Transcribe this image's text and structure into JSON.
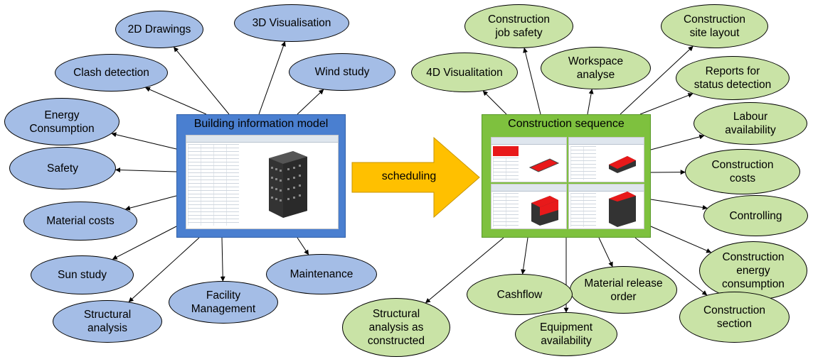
{
  "colors": {
    "bim_fill": "#4a7fd0",
    "seq_fill": "#7ec13e",
    "blue_node": "#a4bde6",
    "green_node": "#c9e3a6",
    "arrow": "#ffc000"
  },
  "bim": {
    "title": "Building information model",
    "nodes": [
      "2D Drawings",
      "3D Visualisation",
      "Clash detection",
      "Wind study",
      "Energy\nConsumption",
      "Safety",
      "Material costs",
      "Sun study",
      "Structural\nanalysis",
      "Facility\nManagement",
      "Maintenance"
    ]
  },
  "arrow": {
    "label": "scheduling"
  },
  "sequence": {
    "title": "Construction sequence",
    "nodes": [
      "Construction\njob safety",
      "Construction\nsite layout",
      "Workspace\nanalyse",
      "4D Visualitation",
      "Reports for\nstatus detection",
      "Labour\navailability",
      "Construction\ncosts",
      "Controlling",
      "Construction\nenergy\nconsumption",
      "Construction\nsection",
      "Material release\norder",
      "Cashflow",
      "Equipment\navailability",
      "Structural\nanalysis as\nconstructed"
    ]
  }
}
